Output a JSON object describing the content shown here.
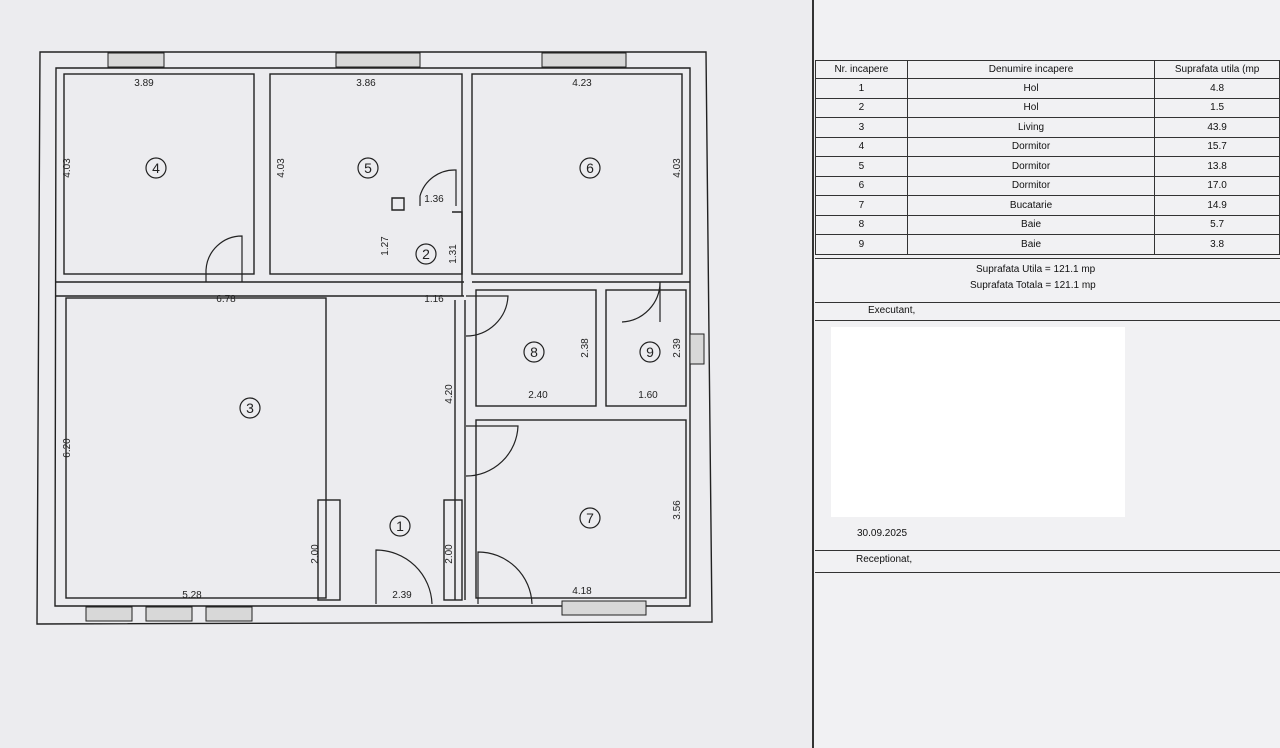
{
  "floor_plan": {
    "room_numbers": [
      "1",
      "2",
      "3",
      "4",
      "5",
      "6",
      "7",
      "8",
      "9"
    ],
    "dimensions": [
      "3.89",
      "3.86",
      "4.23",
      "4.03",
      "4.03",
      "4.03",
      "1.36",
      "1.27",
      "1.31",
      "1.16",
      "6.78",
      "2.38",
      "2.39",
      "2.40",
      "1.60",
      "4.20",
      "6.20",
      "3.56",
      "2.00",
      "2.00",
      "5.28",
      "2.39",
      "4.18"
    ]
  },
  "table": {
    "headers": [
      "Nr. incapere",
      "Denumire incapere",
      "Suprafata utila (mp"
    ],
    "rows": [
      [
        "1",
        "Hol",
        "4.8"
      ],
      [
        "2",
        "Hol",
        "1.5"
      ],
      [
        "3",
        "Living",
        "43.9"
      ],
      [
        "4",
        "Dormitor",
        "15.7"
      ],
      [
        "5",
        "Dormitor",
        "13.8"
      ],
      [
        "6",
        "Dormitor",
        "17.0"
      ],
      [
        "7",
        "Bucatarie",
        "14.9"
      ],
      [
        "8",
        "Baie",
        "5.7"
      ],
      [
        "9",
        "Baie",
        "3.8"
      ]
    ]
  },
  "summary": {
    "utila": "Suprafata Utila = 121.1  mp",
    "totala": "Suprafata Totala =  121.1 mp"
  },
  "executant_label": "Executant,",
  "date": "30.09.2025",
  "receptionat_label": "Receptionat,"
}
